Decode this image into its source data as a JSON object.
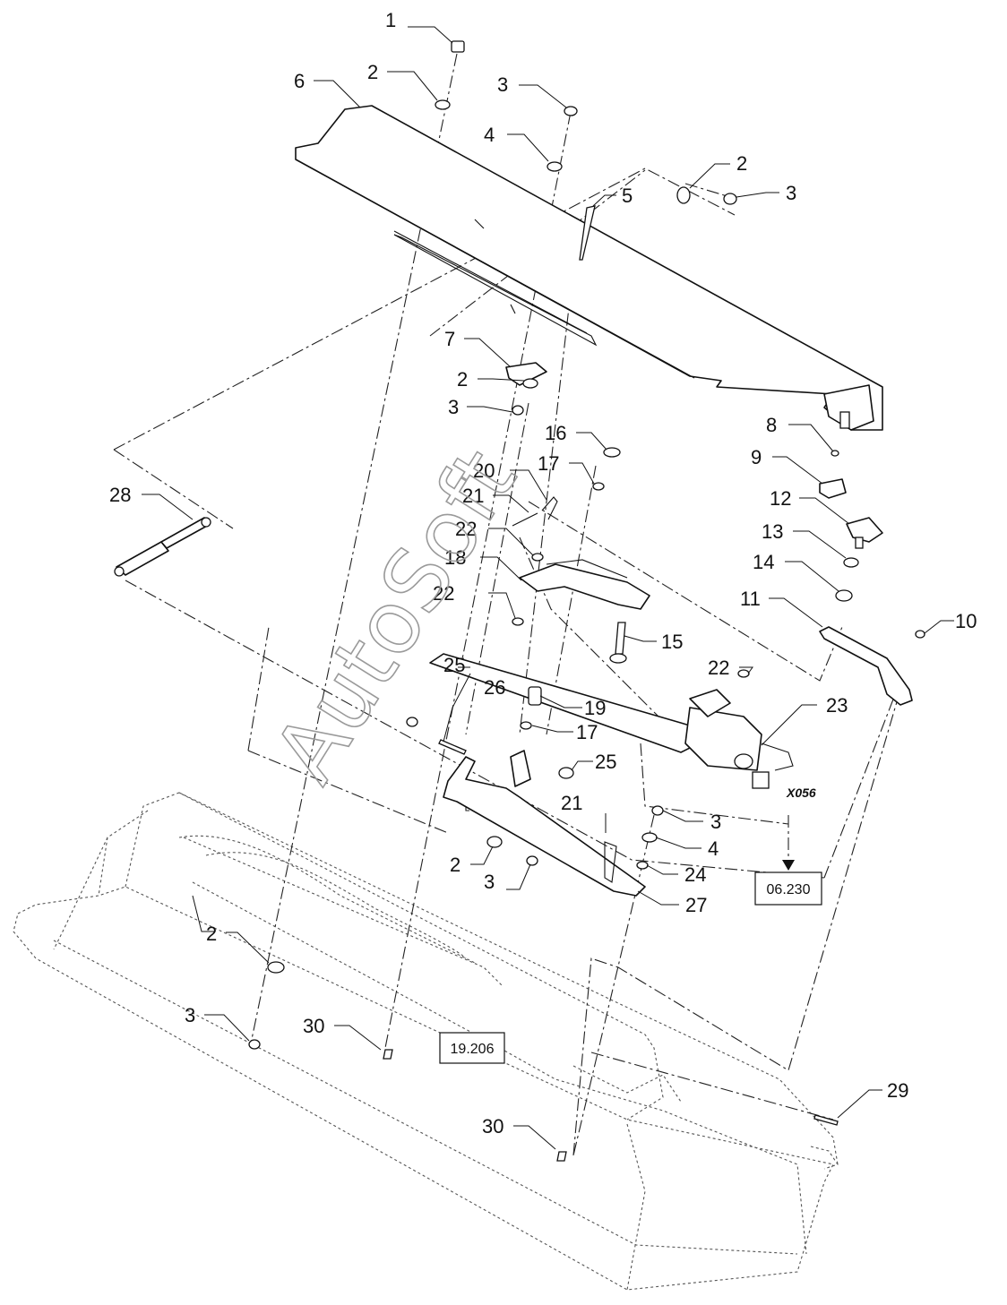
{
  "callouts": [
    {
      "id": "c1",
      "text": "1"
    },
    {
      "id": "c2a",
      "text": "2"
    },
    {
      "id": "c3a",
      "text": "3"
    },
    {
      "id": "c4a",
      "text": "4"
    },
    {
      "id": "c6",
      "text": "6"
    },
    {
      "id": "c2b",
      "text": "2"
    },
    {
      "id": "c3b",
      "text": "3"
    },
    {
      "id": "c5",
      "text": "5"
    },
    {
      "id": "c7",
      "text": "7"
    },
    {
      "id": "c2c",
      "text": "2"
    },
    {
      "id": "c3c",
      "text": "3"
    },
    {
      "id": "c8",
      "text": "8"
    },
    {
      "id": "c9",
      "text": "9"
    },
    {
      "id": "c16",
      "text": "16"
    },
    {
      "id": "c17a",
      "text": "17"
    },
    {
      "id": "c20",
      "text": "20"
    },
    {
      "id": "c21a",
      "text": "21"
    },
    {
      "id": "c22a",
      "text": "22"
    },
    {
      "id": "c28",
      "text": "28"
    },
    {
      "id": "c12",
      "text": "12"
    },
    {
      "id": "c13",
      "text": "13"
    },
    {
      "id": "c14",
      "text": "14"
    },
    {
      "id": "c18",
      "text": "18"
    },
    {
      "id": "c11",
      "text": "11"
    },
    {
      "id": "c10",
      "text": "10"
    },
    {
      "id": "c22b",
      "text": "22"
    },
    {
      "id": "c15",
      "text": "15"
    },
    {
      "id": "c25a",
      "text": "25"
    },
    {
      "id": "c22c",
      "text": "22"
    },
    {
      "id": "c26",
      "text": "26"
    },
    {
      "id": "c23",
      "text": "23"
    },
    {
      "id": "c19",
      "text": "19"
    },
    {
      "id": "c17b",
      "text": "17"
    },
    {
      "id": "c25b",
      "text": "25"
    },
    {
      "id": "c21b",
      "text": "21"
    },
    {
      "id": "c3d",
      "text": "3"
    },
    {
      "id": "c4b",
      "text": "4"
    },
    {
      "id": "c24",
      "text": "24"
    },
    {
      "id": "c2d",
      "text": "2"
    },
    {
      "id": "c3e",
      "text": "3"
    },
    {
      "id": "c27",
      "text": "27"
    },
    {
      "id": "c2e",
      "text": "2"
    },
    {
      "id": "c3f",
      "text": "3"
    },
    {
      "id": "c30a",
      "text": "30"
    },
    {
      "id": "c30b",
      "text": "30"
    },
    {
      "id": "c29",
      "text": "29"
    }
  ],
  "references": {
    "ref_06230": "06.230",
    "ref_19206": "19.206",
    "connector_code": "X056"
  },
  "watermark": "AutoSoft"
}
